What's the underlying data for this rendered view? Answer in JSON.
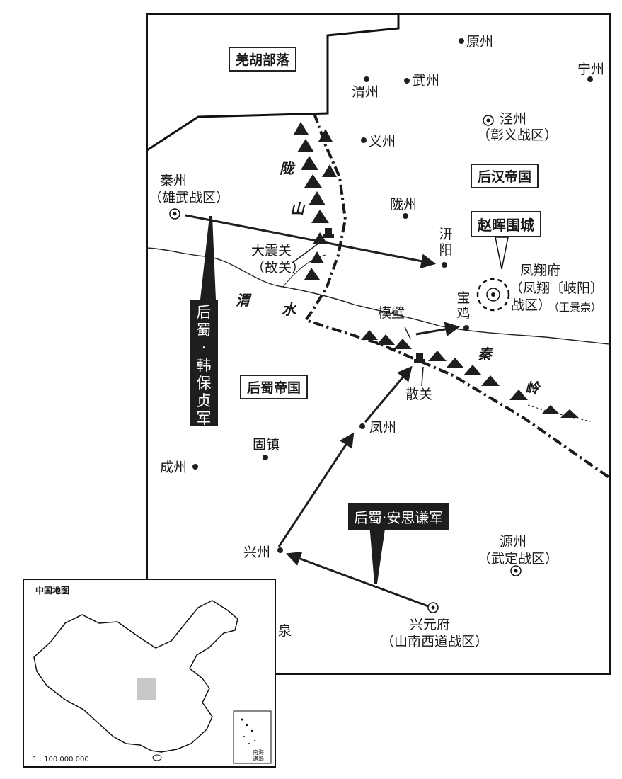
{
  "regions": {
    "qiang": "羌胡部落",
    "houhan": "后汉帝国",
    "houshu": "后蜀帝国",
    "siege": "赵晖围城"
  },
  "armies": {
    "han_baozhen": [
      "后",
      "蜀",
      "·",
      "韩",
      "保",
      "贞",
      "军"
    ],
    "an_siqian": "后蜀·安思谦军"
  },
  "places": {
    "yuanzhou": "原州",
    "ningzhou": "宁州",
    "weizhou": "渭州",
    "wuzhou": "武州",
    "jingzhou": "泾州",
    "jingzhou_district": "（彰义战区）",
    "yizhou": "义州",
    "qinzhou": "秦州",
    "qinzhou_district": "（雄武战区）",
    "longzhou": "陇州",
    "qianyang": [
      "汧",
      "阳"
    ],
    "dazhenguan": "大震关",
    "dazhenguan_note": "（故关）",
    "fengxiang_a": "凤翔府",
    "fengxiang_b": "（凤翔〔岐阳〕",
    "fengxiang_c": "战区）",
    "fengxiang_commander": "（王景崇）",
    "baoji": [
      "宝",
      "鸡"
    ],
    "mobi": "模壁",
    "sanguan": "散关",
    "fengzhou": "凤州",
    "guzhen": "固镇",
    "chengzhou": "成州",
    "yuanzhou2": "源州",
    "yuanzhou2_district": "（武定战区）",
    "xingzhou": "兴州",
    "xingyuanfu": "兴元府",
    "xingyuanfu_district": "（山南西道战区）",
    "quan": "泉"
  },
  "terrain": {
    "longshan": [
      "陇",
      "山"
    ],
    "weishui": [
      "渭",
      "水"
    ],
    "qinling": [
      "秦",
      "岭"
    ]
  },
  "inset": {
    "title": "中国地图",
    "scale": "1 : 100 000 000",
    "south_sea": "南海诸岛"
  },
  "colors": {
    "ink": "#1e1e1e",
    "highlight": "#c8c8c8",
    "paper": "#ffffff"
  }
}
